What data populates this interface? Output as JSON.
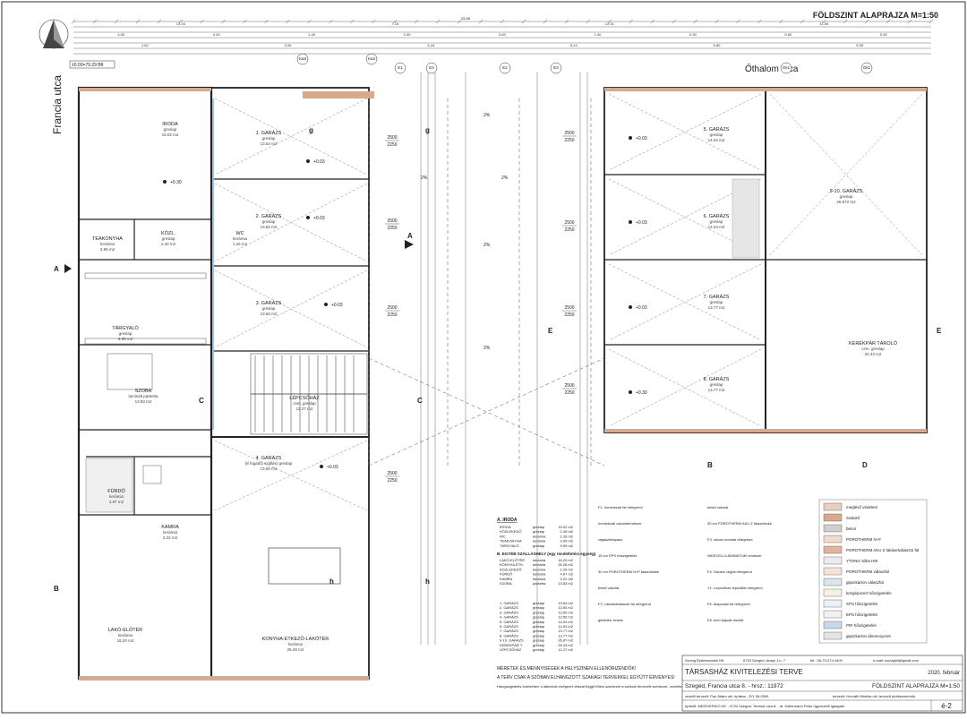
{
  "sheet": {
    "title": "FÖLDSZINT ALAPRAJZA M=1:50",
    "scale_note": "±0.00=79.29 Bft",
    "streets": {
      "left": "Francia utca",
      "top": "Őthalom utca"
    }
  },
  "top_dims": {
    "overall": "28.88",
    "row1": [
      "13.15",
      "7.16",
      "12.31",
      "11.55"
    ],
    "row2": [
      "4.00",
      "0.30",
      "1.40",
      "0.30",
      "5.60",
      "1.40",
      "0.30",
      "5.60",
      "0.30"
    ],
    "row3": [
      "1.60",
      "3.09",
      "3.18",
      "6.24",
      "5.80",
      "5.05"
    ]
  },
  "rooms": [
    {
      "name": "IRODA",
      "floor": "greslap",
      "area": "15.02 m2"
    },
    {
      "name": "1. GARÁZS",
      "floor": "greslap",
      "area": "13.64 m2"
    },
    {
      "name": "2. GARÁZS",
      "floor": "greslap",
      "area": "13.50 m2"
    },
    {
      "name": "3. GARÁZS",
      "floor": "greslap",
      "area": "13.50 m2"
    },
    {
      "name": "4. GARÁZS",
      "floor": "(8 fogadói szállás) greslap",
      "area": "13.50 m2"
    },
    {
      "name": "5. GARÁZS",
      "floor": "greslap",
      "area": "14.04 m2"
    },
    {
      "name": "6. GARÁZS",
      "floor": "greslap",
      "area": "14.04 m2"
    },
    {
      "name": "7. GARÁZS",
      "floor": "greslap",
      "area": "13.77 m2"
    },
    {
      "name": "8. GARÁZS",
      "floor": "greslap",
      "area": "13.77 m2"
    },
    {
      "name": "9-10. GARÁZS",
      "floor": "greslap",
      "area": "26.872 m2"
    },
    {
      "name": "KERÉKPÁR TÁROLÓ",
      "floor": "csm. greslap",
      "area": "25.43 m2"
    },
    {
      "name": "TEAKONYHA",
      "floor": "kerámia",
      "area": "3.99 m2"
    },
    {
      "name": "KÖZL.",
      "floor": "greslap",
      "area": "2.40 m2"
    },
    {
      "name": "WC",
      "floor": "kerámia",
      "area": "1.26 m2"
    },
    {
      "name": "TÁRGYALÓ",
      "floor": "greslap",
      "area": "9.99 m2"
    },
    {
      "name": "SZOBA",
      "floor": "laminált parketta",
      "area": "13.83 m2"
    },
    {
      "name": "LÉPCSŐHÁZ",
      "floor": "csm. greslap",
      "area": "12.27 m2"
    },
    {
      "name": "FÜRDŐ",
      "floor": "kerámia",
      "area": "4.97 m2"
    },
    {
      "name": "KAMRA",
      "floor": "kerámia",
      "area": "3.22 m2"
    },
    {
      "name": "LAKÓ-ELŐTÉR",
      "floor": "kerámia",
      "area": "16.20 m2"
    },
    {
      "name": "KONYHA-ÉTKEZŐ-LAKÓTÉR",
      "floor": "kerámia",
      "area": "25.28 m2"
    }
  ],
  "levels": [
    "+0.03",
    "+0.30",
    "+0.03",
    "+0.03",
    "+0.03",
    "+0.03",
    "+0.03",
    "+0.03",
    "+0.30"
  ],
  "door_dims": [
    {
      "w": "2500",
      "h": "2250"
    },
    {
      "w": "2500",
      "h": "2250"
    },
    {
      "w": "2500",
      "h": "2250"
    },
    {
      "w": "2500",
      "h": "2250"
    },
    {
      "w": "2500",
      "h": "2250"
    },
    {
      "w": "2500",
      "h": "2250"
    },
    {
      "w": "2500",
      "h": "2250"
    },
    {
      "w": "2500",
      "h": "2250"
    }
  ],
  "section_marks": [
    "A",
    "B",
    "C",
    "D",
    "E",
    "g",
    "h"
  ],
  "slope": "2%",
  "grid_bubbles": [
    "Ka3",
    "Ka3",
    "E1",
    "E3",
    "E2",
    "E3",
    "Gk1",
    "Gk1"
  ],
  "schedule": {
    "heading_a": "A. IRODA",
    "rows_a": [
      {
        "n": "IRODA",
        "f": "greslap",
        "a": "15.02 m2"
      },
      {
        "n": "KÖZLEKEDŐ",
        "f": "greslap",
        "a": "2.40 m2"
      },
      {
        "n": "WC",
        "f": "kerámia",
        "a": "1.26 m2"
      },
      {
        "n": "TEAKONYHA",
        "f": "kerámia",
        "a": "3.99 m2"
      },
      {
        "n": "TÁRGYALÓ",
        "f": "greslap",
        "a": "9.99 m2"
      }
    ],
    "heading_b": "B. EGYÉB SZÁLLÁSHELY (egy rendeltetési egység)",
    "rows_b": [
      {
        "n": "LAKÓ-ELŐTÉR",
        "f": "kerámia",
        "a": "16.20 m2"
      },
      {
        "n": "KONYHA-ÉTK.",
        "f": "kerámia",
        "a": "25.28 m2"
      },
      {
        "n": "KÖZLEKEDŐ",
        "f": "kerámia",
        "a": "1.26 m2"
      },
      {
        "n": "FÜRDŐ",
        "f": "kerámia",
        "a": "4.97 m2"
      },
      {
        "n": "KAMRA",
        "f": "kerámia",
        "a": "3.22 m2"
      },
      {
        "n": "SZOBA",
        "f": "parketta",
        "a": "13.83 m2"
      }
    ],
    "rows_c": [
      {
        "n": "1. GARÁZS",
        "f": "greslap",
        "a": "13.64 m2"
      },
      {
        "n": "2. GARÁZS",
        "f": "greslap",
        "a": "13.50 m2"
      },
      {
        "n": "3. GARÁZS",
        "f": "greslap",
        "a": "13.50 m2"
      },
      {
        "n": "4. GARÁZS",
        "f": "greslap",
        "a": "13.50 m2"
      },
      {
        "n": "5. GARÁZS",
        "f": "greslap",
        "a": "14.04 m2"
      },
      {
        "n": "6. GARÁZS",
        "f": "greslap",
        "a": "14.04 m2"
      },
      {
        "n": "7. GARÁZS",
        "f": "greslap",
        "a": "13.77 m2"
      },
      {
        "n": "8. GARÁZS",
        "f": "greslap",
        "a": "13.77 m2"
      },
      {
        "n": "9-10. GARÁZS",
        "f": "greslap",
        "a": "26.87 m2"
      },
      {
        "n": "KERÉKPÁR T.",
        "f": "greslap",
        "a": "25.43 m2"
      },
      {
        "n": "LÉPCSŐHÁZ",
        "f": "greslap",
        "a": "12.27 m2"
      }
    ]
  },
  "legend": [
    {
      "label": "meglévő védelem",
      "color": "#e8cfc0"
    },
    {
      "label": "zsalukő",
      "color": "#d9a98a"
    },
    {
      "label": "beton",
      "color": "#cfcfcf"
    },
    {
      "label": "POROTHERM N+F",
      "color": "#f2d9c9"
    },
    {
      "label": "POROTHERM AKU Z lakáselválasztó fal",
      "color": "#e0b59a"
    },
    {
      "label": "YTONG Silka HM",
      "color": "#ebebeb"
    },
    {
      "label": "POROTHERM válaszfal",
      "color": "#f4e4d8"
    },
    {
      "label": "gipszkarton válaszfal",
      "color": "#dbe5ec"
    },
    {
      "label": "közgépszert hőszigetelés",
      "color": "#f7f1e1"
    },
    {
      "label": "XPS hőszigetelés",
      "color": "#e9f0f7"
    },
    {
      "label": "EPS hőszigetelés",
      "color": "#f1f1f1"
    },
    {
      "label": "PIR hőszigetelés",
      "color": "#c8d7ea"
    },
    {
      "label": "gipszkarton álmennyezet",
      "color": "#e4e4e4"
    }
  ],
  "notes": {
    "warning_1": "MÉRETEK ÉS MENNYISÉGEK A HELYSZÍNEN ELLENŐRIZENDŐK!",
    "warning_2": "A TERV CSAK A SZÓBAN ELHANGZOTT SZAKÁGI TERVEKKEL EGYÜTT ÉRVÉNYES!",
    "warning_3": "Hangszigetelés érdekében a látszóvál elvégezni látszat függő fűtési szerkezet a szekció tervezett szerkezet, vezeték csőszigetelés..."
  },
  "title_block": {
    "company": "Szuvig Építészstúdió Kft.",
    "address": "6720 Szeged, Arany J.u. 7.",
    "phone": "tel.: 06-70-274 4400",
    "email": "e-mail: szuvigkft@gmail.com",
    "project": "TÁRSASHÁZ KIVITELEZÉSI TERVE",
    "date": "2020. február",
    "location": "Szeged, Francia utca 8. - hrsz.: 11972",
    "drawing": "FÖLDSZINT ALAPRAJZA M=1:50",
    "designer": "vezető tervező: Paz Ádám okl. építész - É/1 06-0094",
    "designer2": "tervező: Horváth Mónika okl. tervező építészmérnök",
    "client": "építető: MEDIVERSIO Kft. - 6724 Szeged, Teveszi utca 8. - dr. Kellermann Péter ügyvezető igazgató",
    "sheet_no": "é-2"
  },
  "spec_text": [
    "F1. homlokzati fal rétegrend",
    "homlokzati vakolatrendszer",
    "ragasztótapasz",
    "15 cm EPS hőszigetelés",
    "30 cm POROTHERM N+F falazóblokk",
    "belső vakolat",
    "F2. Lakáselválasztó fal rétegrend",
    "glettelés, festés",
    "belső vakolat",
    "30 cm POROTHERM AKU Z falazóblokk",
    "F3. udvari oromfal rétegrend",
    "NIKECELL/LÁMINÁTUM rendszer",
    "F4. Garázs végfal rétegrend",
    "Y1. Lépcsőház lépcsőfal rétegrend",
    "F6. Alapozási fal rétegrend",
    "F8. Acél talpzat részlet"
  ]
}
